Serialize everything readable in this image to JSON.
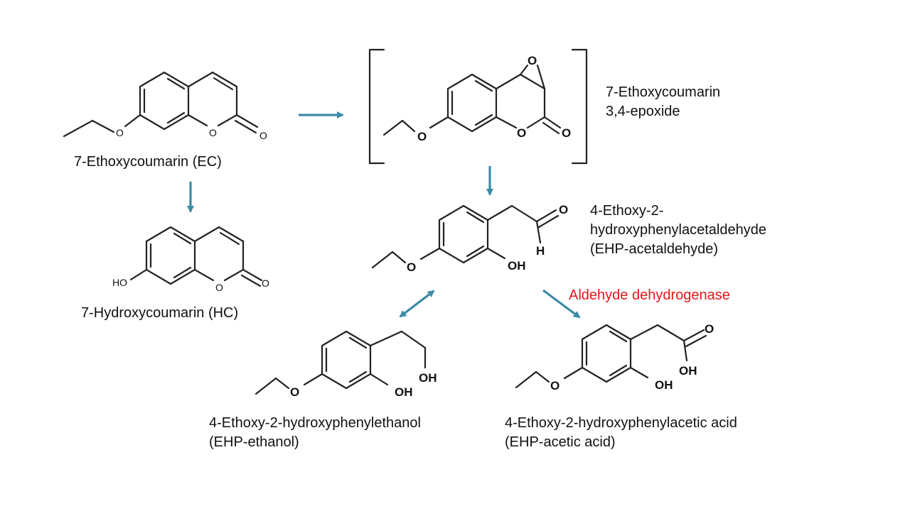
{
  "compounds": {
    "ec": {
      "name": "7-Ethoxycoumarin (EC)",
      "atoms": {
        "o_ether": "O",
        "o_ring": "O",
        "o_carbonyl": "O"
      }
    },
    "hc": {
      "name": "7-Hydroxycoumarin (HC)",
      "atoms": {
        "ho": "HO",
        "o_ring": "O",
        "o_carbonyl": "O"
      }
    },
    "epoxide": {
      "name_line1": "7-Ethoxycoumarin",
      "name_line2": "3,4-epoxide",
      "atoms": {
        "o_ether": "O",
        "o_ring": "O",
        "o_carbonyl": "O",
        "o_epoxide": "O"
      }
    },
    "acetaldehyde": {
      "name_line1": "4-Ethoxy-2-",
      "name_line2": "hydroxyphenylacetaldehyde",
      "name_line3": "(EHP-acetaldehyde)",
      "atoms": {
        "o_ether": "O",
        "oh": "OH",
        "o_aldehyde": "O",
        "h_aldehyde": "H"
      }
    },
    "ethanol": {
      "name_line1": "4-Ethoxy-2-hydroxyphenylethanol",
      "name_line2": "(EHP-ethanol)",
      "atoms": {
        "o_ether": "O",
        "oh_ring": "OH",
        "oh_chain": "OH"
      }
    },
    "acetic": {
      "name_line1": "4-Ethoxy-2-hydroxyphenylacetic acid",
      "name_line2": "(EHP-acetic acid)",
      "atoms": {
        "o_ether": "O",
        "oh_ring": "OH",
        "o_carbonyl": "O",
        "oh_acid": "OH"
      }
    }
  },
  "enzyme": {
    "label": "Aldehyde dehydrogenase",
    "color": "#e8151b"
  },
  "arrow_color": "#3b8ba6"
}
